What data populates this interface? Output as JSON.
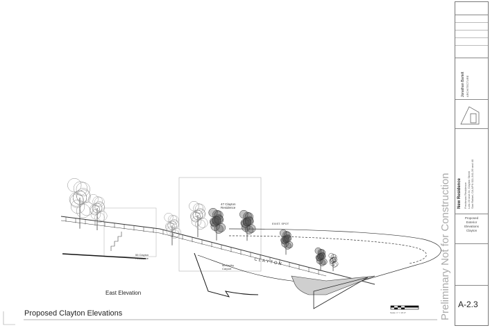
{
  "sheet": {
    "title": "Proposed Clayton Elevations",
    "view_label": "East Elevation",
    "watermark": "Preliminary Not for Construction",
    "scale_label": "Scale: 1\" = 10'-0\""
  },
  "annotations": {
    "neighbor_residence": "47 Clayton Residence",
    "street": "CLAYTON",
    "left_residence": "55 Clayton Residence",
    "carport": "McCarthy Carport",
    "spot": "EXIST. SPOT"
  },
  "title_block": {
    "project_title": "New Residence",
    "project_lines": [
      "Frechman Residence",
      "Lots 23 and 24, Clayton Street",
      "San Rafael, CA  APN 011-341-39 and 40"
    ],
    "sheet_description": [
      "Proposed",
      "Exterior",
      "Elevations",
      "Clayton"
    ],
    "sheet_number": "A-2.3",
    "architect_name": "Jonathan Bartelt",
    "architect_sub": "ARCHITECTURE"
  }
}
